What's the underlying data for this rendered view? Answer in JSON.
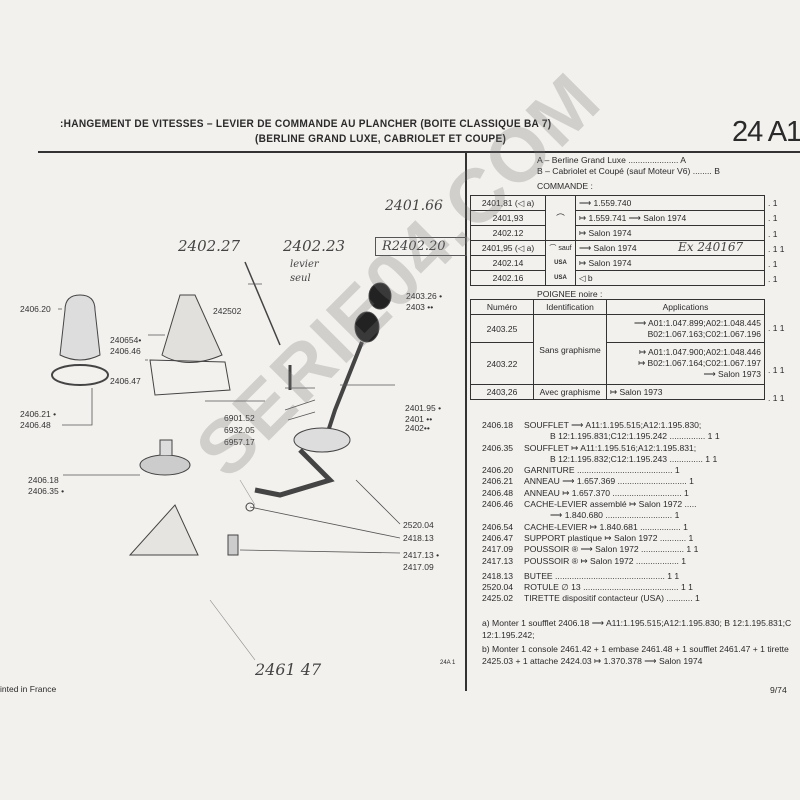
{
  "header": {
    "title": ":HANGEMENT DE VITESSES – LEVIER DE COMMANDE AU PLANCHER (BOITE CLASSIQUE BA 7)",
    "subtitle": "(BERLINE GRAND LUXE, CABRIOLET ET COUPE)",
    "section_code": "24 A1"
  },
  "legend": {
    "a": "A – Berline Grand Luxe ..................... A",
    "b": "B – Cabriolet et Coupé (sauf Moteur V6) ........ B"
  },
  "commande": {
    "title": "COMMANDE :",
    "rows": [
      {
        "num": "2401,81 (◁ a)",
        "ident": "",
        "app": "⟶ 1.559.740",
        "qty": ". 1"
      },
      {
        "num": "2401,93",
        "ident": "⌒",
        "app": "↦ 1.559.741 ⟶ Salon 1974",
        "qty": ". 1"
      },
      {
        "num": "2402.12",
        "ident": "",
        "app": "↦ Salon 1974",
        "qty": ". 1"
      },
      {
        "num": "2401,95 (◁ a)",
        "ident": "⌒ sauf",
        "app": "⟶ Salon 1974",
        "qty": ". 1 1"
      },
      {
        "num": "2402.14",
        "ident": "USA",
        "app": "↦ Salon 1974",
        "qty": ". 1"
      },
      {
        "num": "2402.16",
        "ident": "USA",
        "app": "◁ b",
        "qty": ". 1"
      }
    ]
  },
  "poignee": {
    "title": "POIGNEE noire :",
    "headers": [
      "Numéro",
      "Identification",
      "Applications"
    ],
    "rows": [
      {
        "num": "2403.25",
        "ident": "Sans graphisme",
        "app": [
          "⟶ A01:1.047.899;A02:1.048.445",
          "B02:1.067.163;C02:1.067.196"
        ],
        "qty": ". 1 1"
      },
      {
        "num": "2403.22",
        "ident": "",
        "app": [
          "↦ A01:1.047.900;A02:1.048.446",
          "↦ B02:1.067.164;C02:1.067.197",
          "⟶ Salon 1973"
        ],
        "qty": ". 1 1"
      },
      {
        "num": "2403,26",
        "ident": "Avec graphisme",
        "app": [
          "↦ Salon 1973"
        ],
        "qty": ". 1 1"
      }
    ]
  },
  "parts": [
    {
      "num": "2406.18",
      "desc": "SOUFFLET ⟶ A11:1.195.515;A12:1.195.830;",
      "desc2": "B 12:1.195.831;C12:1.195.242 ............... 1 1"
    },
    {
      "num": "2406.35",
      "desc": "SOUFFLET ↦ A11:1.195.516;A12:1.195.831;",
      "desc2": "B 12:1.195.832;C12:1.195.243 .............. 1 1"
    },
    {
      "num": "2406.20",
      "desc": "GARNITURE ........................................ 1"
    },
    {
      "num": "2406.21",
      "desc": "ANNEAU ⟶ 1.657.369 ............................. 1"
    },
    {
      "num": "2406.48",
      "desc": "ANNEAU ↦ 1.657.370 ............................. 1"
    },
    {
      "num": "2406.46",
      "desc": "CACHE-LEVIER assemblé ↦ Salon 1972 .....",
      "desc2": "⟶ 1.840.680 ............................ 1"
    },
    {
      "num": "2406.54",
      "desc": "CACHE-LEVIER ↦ 1.840.681 ................. 1"
    },
    {
      "num": "2406.47",
      "desc": "SUPPORT plastique ↦ Salon 1972 ........... 1"
    },
    {
      "num": "2417.09",
      "desc": "POUSSOIR ® ⟶ Salon 1972 .................. 1 1"
    },
    {
      "num": "2417.13",
      "desc": "POUSSOIR ® ↦ Salon 1972 .................. 1"
    },
    {
      "num": "2418.13",
      "desc": "BUTEE .............................................. 1 1"
    },
    {
      "num": "2520.04",
      "desc": "ROTULE ∅ 13 ........................................ 1 1"
    },
    {
      "num": "2425.02",
      "desc": "TIRETTE dispositif contacteur (USA) ........... 1"
    }
  ],
  "notes": {
    "a": "a) Monter 1 soufflet 2406.18 ⟶ A11:1.195.515;A12:1.195.830; B 12:1.195.831;C 12:1.195.242;",
    "b": "b) Monter 1 console 2461.42 + 1 embase 2461.48 + 1 soufflet 2461.47 + 1 tirette 2425.03 + 1 attache 2424.03 ↦ 1.370.378 ⟶ Salon 1974"
  },
  "diagram_labels": {
    "l1": "2406.20",
    "l2": "240654•",
    "l3": "2406.46",
    "l4": "242502",
    "l5": "2406.47",
    "l6": "2406.21 •",
    "l7": "2406.48",
    "l8": "2403.26 •",
    "l9": "2403 ••",
    "l10": "6901.52",
    "l11": "6932.05",
    "l12": "6957.17",
    "l13": "2401.95 •",
    "l14": "2401 ••",
    "l15": "2402••",
    "l16": "2406.18",
    "l17": "2406.35 •",
    "l18": "2520.04",
    "l19": "2418.13",
    "l20": "2417.13 •",
    "l21": "2417.09"
  },
  "handwritten": {
    "h1": "2401.66",
    "h2": "2402.27",
    "h3": "2402.23",
    "h4": "levier seul",
    "h5": "R2402.20",
    "h6": "Ex 240167",
    "h7": "2461 47"
  },
  "footer": {
    "printed": "inted in France",
    "ref": "24A 1",
    "page": "9/74"
  },
  "watermark": "SERIE04.COM"
}
